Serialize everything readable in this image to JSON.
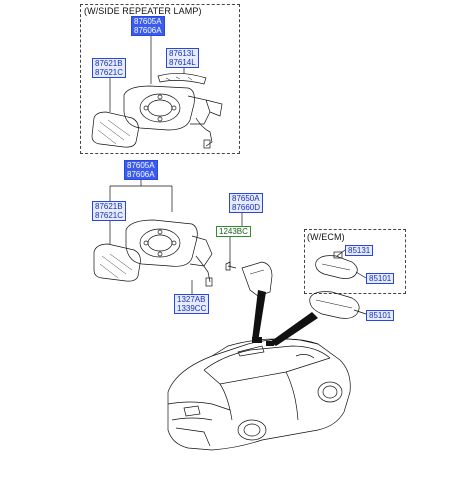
{
  "groups": {
    "side_repeater": {
      "caption": "(W/SIDE REPEATER LAMP)"
    },
    "ecm": {
      "caption": "(W/ECM)"
    }
  },
  "labels": {
    "top_assy": [
      "87605A",
      "87606A"
    ],
    "top_glass": [
      "87621B",
      "87621C"
    ],
    "top_repeater": [
      "87613L",
      "87614L"
    ],
    "mid_assy": [
      "87605A",
      "87606A"
    ],
    "mid_glass": [
      "87621B",
      "87621C"
    ],
    "mid_cover": [
      "87650A",
      "87660D"
    ],
    "mid_bolt": "1243BC",
    "mid_nut": [
      "1327AB",
      "1339CC"
    ],
    "ecm_bracket": "85131",
    "ecm_mirror": "85101",
    "inner_mirror": "85101"
  },
  "colors": {
    "line": "#111111",
    "label_border": "#2b47d9",
    "label_fill": "#e6ecff",
    "label_highlight": "#3a5bf0",
    "bolt_label_border": "#2f8d2f"
  }
}
